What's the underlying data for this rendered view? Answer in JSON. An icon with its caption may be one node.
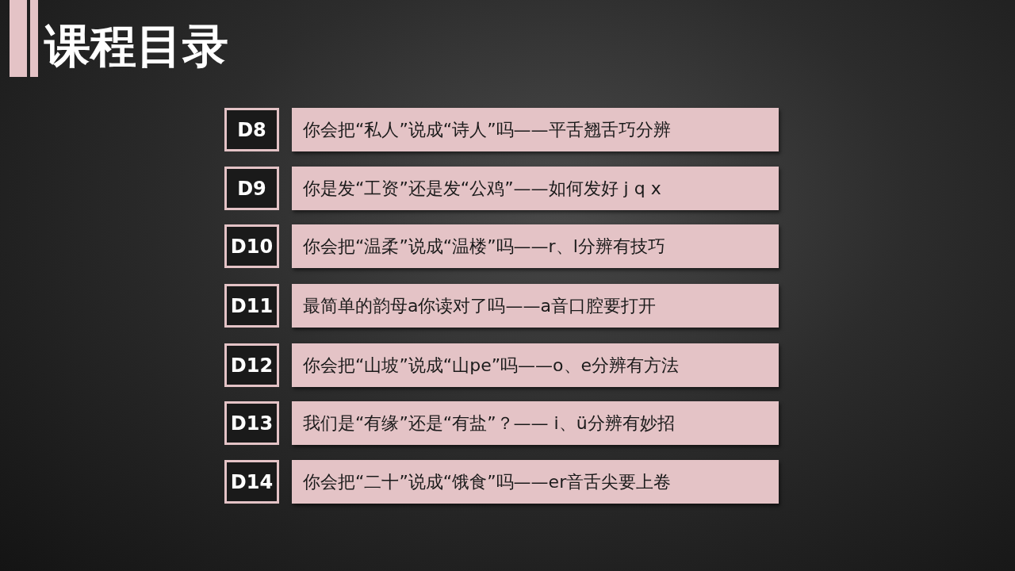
{
  "diagram": {
    "title": "课程目录",
    "nodes": [
      {
        "text": [
          "D8"
        ]
      },
      {
        "text": [
          "你会把“私人”说成“诗人”吗——平舌翘舌巧分辨"
        ]
      },
      {
        "text": [
          "D9"
        ]
      },
      {
        "text": [
          "你是发“工资”还是发“公鸡”——如何发好 j q x"
        ]
      },
      {
        "text": [
          "D10"
        ]
      },
      {
        "text": [
          "你会把“温柔”说成“温楼”吗——r、l分辨有技巧"
        ]
      },
      {
        "text": [
          "D11"
        ]
      },
      {
        "text": [
          "最简单的韵母a你读对了吗——a音口腔要打开"
        ]
      },
      {
        "text": [
          "D12"
        ]
      },
      {
        "text": [
          "你会把“山坡”说成“山pe”吗——o、e分辨有方法"
        ]
      },
      {
        "text": [
          "D13"
        ]
      },
      {
        "text": [
          "我们是“有缘”还是“有盐”？—— i、ü分辨有妙招"
        ]
      },
      {
        "text": [
          "D14"
        ]
      },
      {
        "text": [
          "你会把“二十”说成“饿食”吗——er音舌尖要上卷"
        ]
      }
    ]
  }
}
